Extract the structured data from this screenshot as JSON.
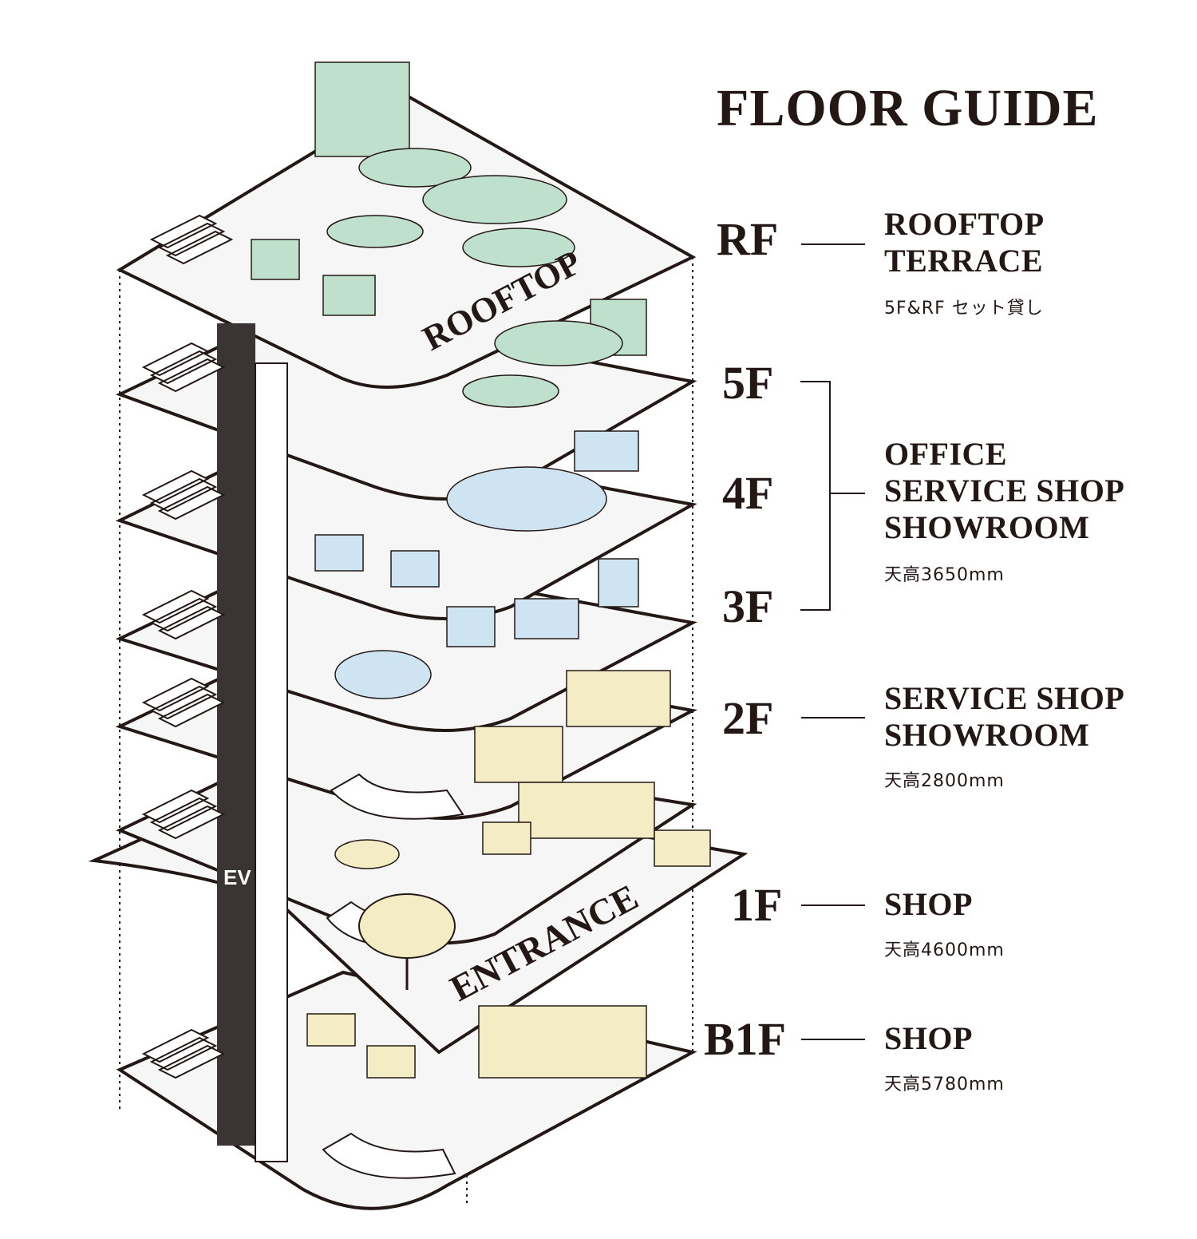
{
  "title": "FLOOR GUIDE",
  "colors": {
    "ink": "#231815",
    "rooftop_green": "#bfe0cc",
    "office_blue": "#cfe4f2",
    "shop_yellow": "#f4ecc4",
    "slab_fill": "#f6f6f6"
  },
  "floors": [
    {
      "id": "rf",
      "label": "RF",
      "use": [
        "ROOFTOP",
        "TERRACE"
      ],
      "note": "5F&RF セット貸し"
    },
    {
      "id": "5f",
      "label": "5F"
    },
    {
      "id": "4f",
      "label": "4F"
    },
    {
      "id": "3f",
      "label": "3F"
    },
    {
      "id": "2f",
      "label": "2F",
      "use": [
        "SERVICE SHOP",
        "SHOWROOM"
      ],
      "note": "天高2800mm"
    },
    {
      "id": "1f",
      "label": "1F",
      "use": [
        "SHOP"
      ],
      "note": "天高4600mm"
    },
    {
      "id": "b1f",
      "label": "B1F",
      "use": [
        "SHOP"
      ],
      "note": "天高5780mm"
    }
  ],
  "group_3_5": {
    "use": [
      "OFFICE",
      "SERVICE SHOP",
      "SHOWROOM"
    ],
    "note": "天高3650mm"
  },
  "building": {
    "rooftop_sign": "ROOFTOP",
    "entrance_sign": "ENTRANCE",
    "elevator": "EV",
    "icons": [
      "stair-icon",
      "yoga-person-icon",
      "meeting-table-icon",
      "spiral-stair-icon",
      "tree-icon",
      "cafe-table-icon"
    ]
  }
}
